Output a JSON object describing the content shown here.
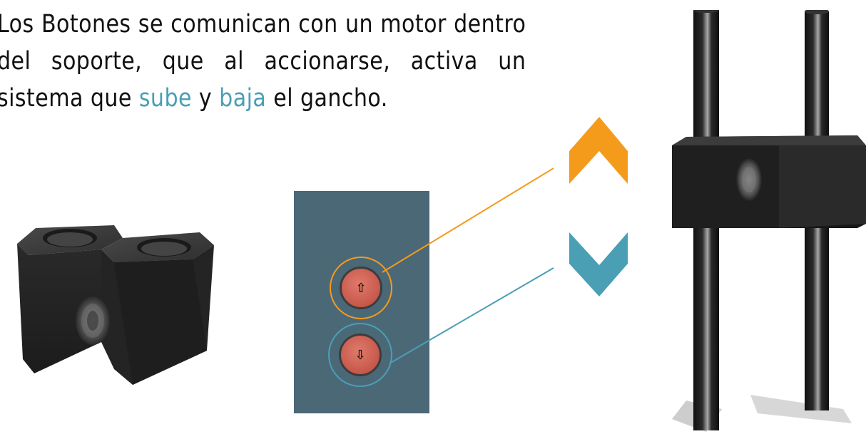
{
  "description": {
    "part1": "Los Botones se comunican con un motor dentro del soporte, que al accionarse, activa un sistema que ",
    "word_up": "sube",
    "part2": " y ",
    "word_down": "baja",
    "part3": " el gancho."
  },
  "colors": {
    "up_accent": "#f59b1c",
    "down_accent": "#4a9fb5",
    "panel": "#4b6877",
    "button_red": "#c6584b"
  },
  "icons": {
    "up_button_glyph": "⇧",
    "down_button_glyph": "⇩",
    "up_chevron": "chevron-up-icon",
    "down_chevron": "chevron-down-icon"
  }
}
